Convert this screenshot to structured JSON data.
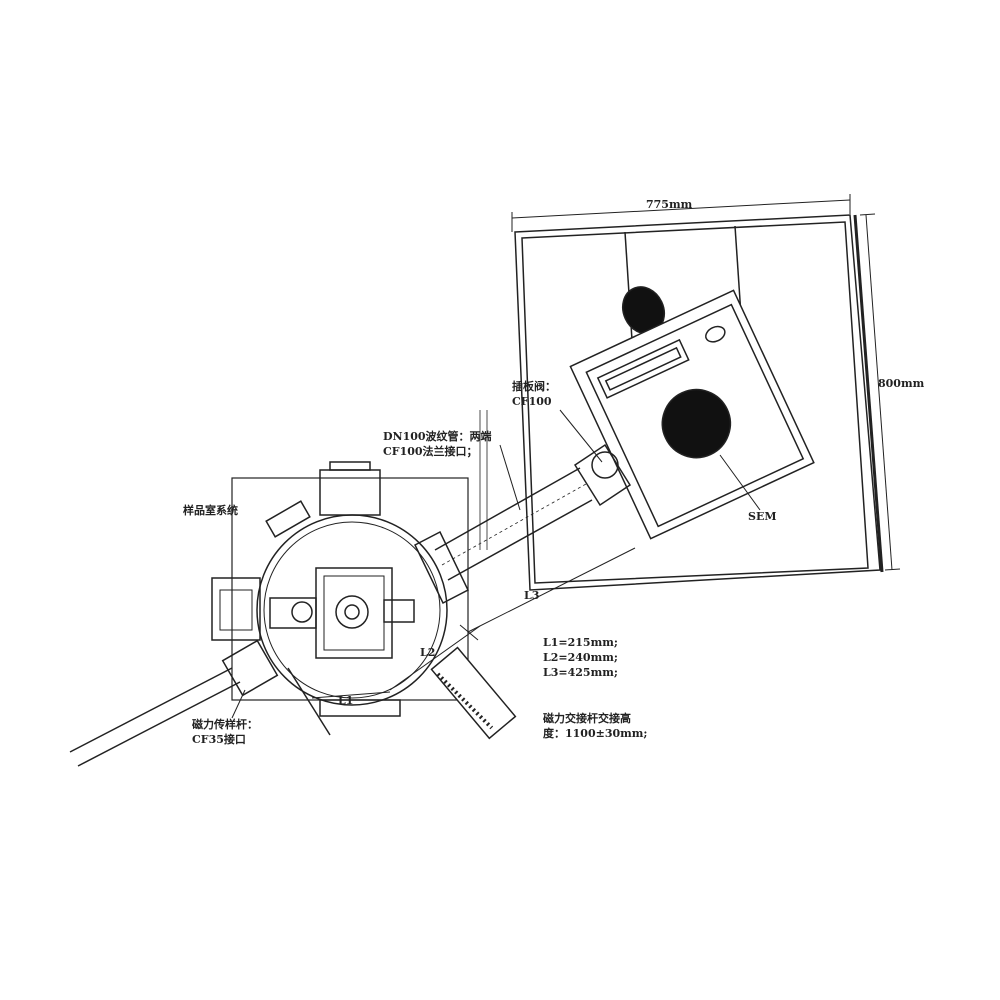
{
  "labels": {
    "width_dim": "775mm",
    "height_dim": "800mm",
    "gate_valve_line1": "插板阀：",
    "gate_valve_line2": "CF100",
    "bellows_line1": "DN100波纹管：两端",
    "bellows_line2": "CF100法兰接口；",
    "sample_chamber": "样品室系统",
    "sem": "SEM",
    "l1": "L1",
    "l2": "L2",
    "l3": "L3",
    "rod_line1": "磁力传样杆：",
    "rod_line2": "CF35接口",
    "l1_value": "L1=215mm;",
    "l2_value": "L2=240mm;",
    "l3_value": "L3=425mm;",
    "transfer_line1": "磁力交接杆交接高",
    "transfer_line2": "度：1100±30mm;"
  },
  "colors": {
    "line": "#222222",
    "fill": "#111111"
  }
}
